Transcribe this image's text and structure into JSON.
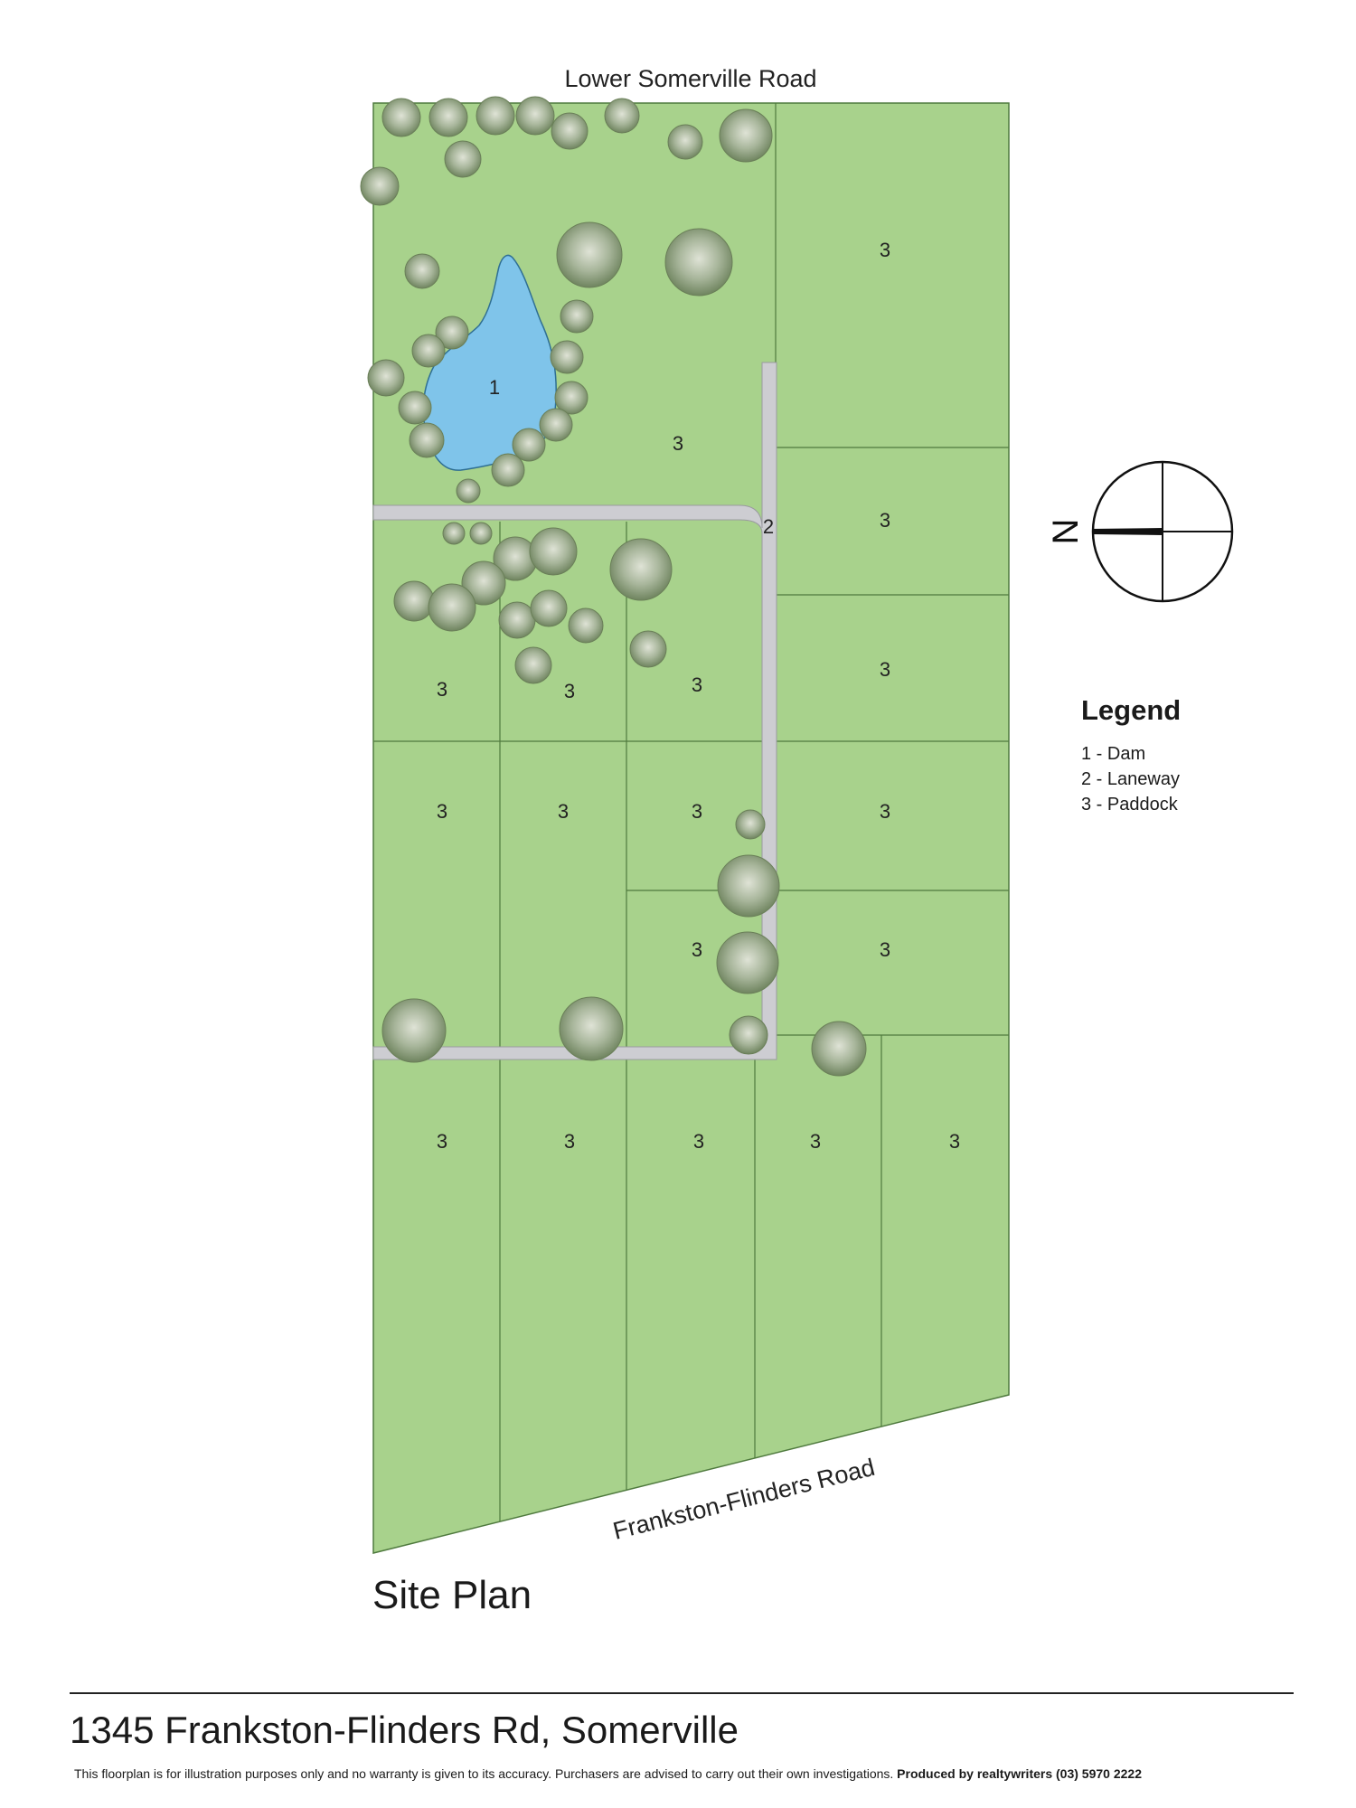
{
  "roads": {
    "top": "Lower Somerville Road",
    "bottom": "Frankston-Flinders Road"
  },
  "lots": {
    "dam": "1",
    "laneway": "2",
    "paddock": "3"
  },
  "compass": {
    "north": "N"
  },
  "legend": {
    "title": "Legend",
    "items": [
      "1 - Dam",
      "2 - Laneway",
      "3 - Paddock"
    ]
  },
  "title": "Site Plan",
  "address": "1345 Frankston-Flinders Rd, Somerville",
  "disclaimer": {
    "text": "This floorplan is for illustration purposes only and no warranty is given to its accuracy. Purchasers are advised to carry out their own investigations.",
    "credit": "Produced by realtywriters (03) 5970 2222"
  },
  "colors": {
    "paddock": "#a8d28c",
    "lot_line": "#4f7a3e",
    "laneway": "#cdcdd2",
    "dam": "#7fc4ea",
    "tree": "#9aab8c"
  }
}
